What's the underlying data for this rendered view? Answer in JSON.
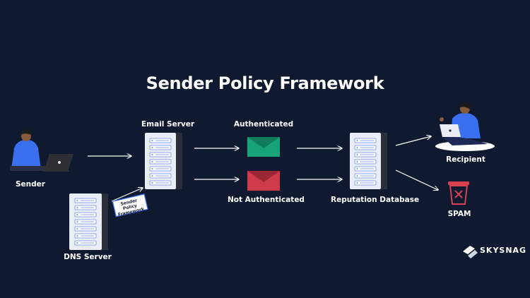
{
  "title": "Sender Policy Framework",
  "labels": {
    "sender": "Sender",
    "email_server": "Email Server",
    "dns_server": "DNS Server",
    "authenticated": "Authenticated",
    "not_authenticated": "Not Authenticated",
    "reputation_database": "Reputation Database",
    "recipient": "Recipient",
    "spam": "SPAM"
  },
  "dns_tag": "Sender Policy Framework",
  "brand": "SKYSNAG",
  "colors": {
    "background": "#0f1a31",
    "server_rack": "#e9edf5",
    "server_slot": "#6b8fe8",
    "authenticated_envelope": "#17a277",
    "not_authenticated_envelope": "#cf3a4c",
    "spam_bin": "#d9404f",
    "person_shirt": "#3a6ff0"
  }
}
